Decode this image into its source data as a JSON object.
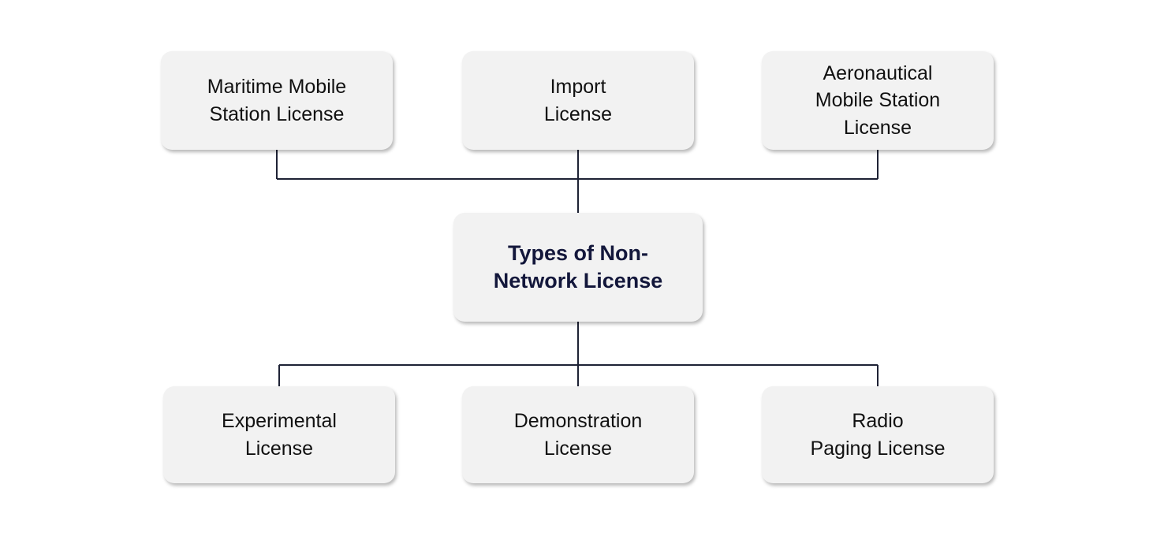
{
  "diagram": {
    "title": "Types of Non-Network License",
    "center_node": {
      "label": "Types of Non-\nNetwork License"
    },
    "top_nodes": [
      {
        "label": "Maritime Mobile\nStation License"
      },
      {
        "label": "Import\nLicense"
      },
      {
        "label": "Aeronautical\nMobile Station\nLicense"
      }
    ],
    "bottom_nodes": [
      {
        "label": "Experimental\nLicense"
      },
      {
        "label": "Demonstration\nLicense"
      },
      {
        "label": "Radio\nPaging License"
      }
    ],
    "colors": {
      "background": "#ffffff",
      "node_background": "#f2f2f2",
      "node_text": "#111111",
      "center_text": "#13173b",
      "connector_line": "#1e2235"
    }
  }
}
